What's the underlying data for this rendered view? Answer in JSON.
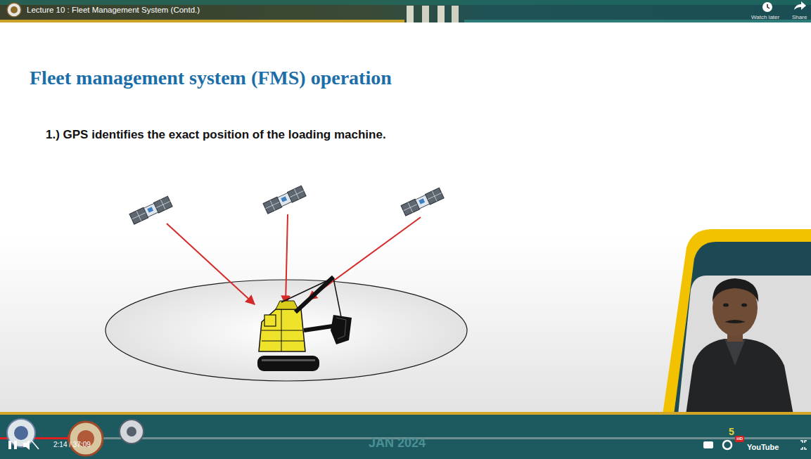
{
  "diagram": {
    "title": "Fleet management system (FMS) operation",
    "labels": [
      "Lecture 10 : Fleet Management System (Contd.)",
      "Watch later",
      "Share",
      "1.) GPS identifies the exact position of the loading machine.",
      "2:14 / 37:09",
      "JAN 2024",
      "5",
      "HD",
      "YouTube"
    ]
  }
}
